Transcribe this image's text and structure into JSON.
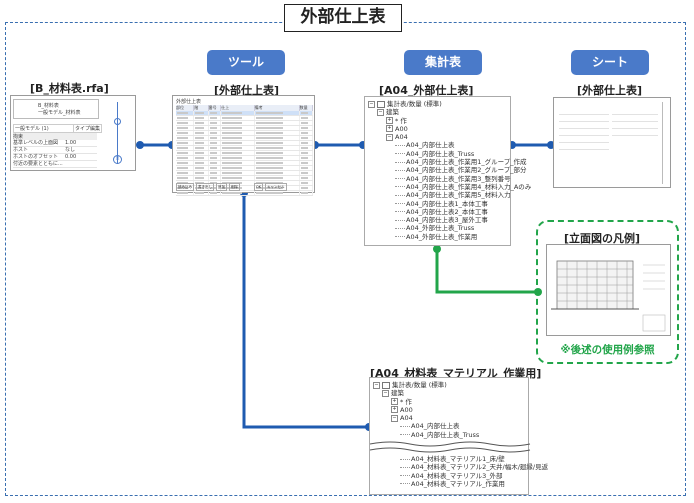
{
  "title": "外部仕上表",
  "pills": {
    "tool": "ツール",
    "schedule": "集計表",
    "sheet": "シート"
  },
  "labels": {
    "family": "[B_材料表.rfa]",
    "tool": "[外部仕上表]",
    "schedule": "[A04_外部仕上表]",
    "sheet": "[外部仕上表]",
    "legend": "[立面図の凡例]",
    "material": "[A04_材料表_マテリアル_作業用]"
  },
  "legend_note": "※後述の使用例参照",
  "family_panel": {
    "type_line1": "B_材料表",
    "type_line2": "一般モデル_材料表",
    "dropdown": "一般モデル (1)",
    "edit_type": "タイプ編集",
    "section": "拘束",
    "rows": [
      {
        "k": "基準レベルの上面図",
        "v": "1.00"
      },
      {
        "k": "ホスト",
        "v": "なし"
      },
      {
        "k": "ホストのオフセット",
        "v": "0.00"
      },
      {
        "k": "付近の要素とともに...",
        "v": ""
      }
    ]
  },
  "tool_window": {
    "title": "外部仕上表",
    "col_headers": [
      "部位",
      "階",
      "番号",
      "仕上",
      "備考",
      "数量"
    ],
    "row_count": 17,
    "buttons": [
      "読み込み",
      "書き出し",
      "追加",
      "削除",
      "OK",
      "キャンセル"
    ]
  },
  "schedule_tree": {
    "header": "集計表/数量 (標準)",
    "items": [
      {
        "t": "建築",
        "indent": 1,
        "box": "−"
      },
      {
        "t": "* 作",
        "indent": 2,
        "box": "+"
      },
      {
        "t": "A00",
        "indent": 2,
        "box": "+"
      },
      {
        "t": "A04",
        "indent": 2,
        "box": "−"
      },
      {
        "t": "A04_内部仕上表",
        "indent": 3,
        "box": ""
      },
      {
        "t": "A04_内部仕上表_Truss",
        "indent": 3,
        "box": ""
      },
      {
        "t": "A04_内部仕上表_作業用1_グループ_作成",
        "indent": 3,
        "box": ""
      },
      {
        "t": "A04_内部仕上表_作業用2_グループ_部分",
        "indent": 3,
        "box": ""
      },
      {
        "t": "A04_内部仕上表_作業用3_整列番号",
        "indent": 3,
        "box": ""
      },
      {
        "t": "A04_内部仕上表_作業用4_材料入力_Aのみ",
        "indent": 3,
        "box": ""
      },
      {
        "t": "A04_内部仕上表_作業用5_材料入力",
        "indent": 3,
        "box": ""
      },
      {
        "t": "A04_内部仕上表1_本体工事",
        "indent": 3,
        "box": ""
      },
      {
        "t": "A04_内部仕上表2_本体工事",
        "indent": 3,
        "box": ""
      },
      {
        "t": "A04_内部仕上表3_屋外工事",
        "indent": 3,
        "box": ""
      },
      {
        "t": "A04_外部仕上表_Truss",
        "indent": 3,
        "box": ""
      },
      {
        "t": "A04_外部仕上表_作業用",
        "indent": 3,
        "box": ""
      }
    ]
  },
  "material_tree": {
    "header": "集計表/数量 (標準)",
    "top": [
      {
        "t": "建築",
        "indent": 1,
        "box": "−"
      },
      {
        "t": "* 作",
        "indent": 2,
        "box": "+"
      },
      {
        "t": "A00",
        "indent": 2,
        "box": "+"
      },
      {
        "t": "A04",
        "indent": 2,
        "box": "−"
      },
      {
        "t": "A04_内部仕上表",
        "indent": 3,
        "box": ""
      },
      {
        "t": "A04_内部仕上表_Truss",
        "indent": 3,
        "box": ""
      }
    ],
    "bottom": [
      {
        "t": "A04_材料表_マテリアル1_床/壁",
        "indent": 3,
        "box": ""
      },
      {
        "t": "A04_材料表_マテリアル2_天井/幅木/廻縁/見返",
        "indent": 3,
        "box": ""
      },
      {
        "t": "A04_材料表_マテリアル3_外部",
        "indent": 3,
        "box": ""
      },
      {
        "t": "A04_材料表_マテリアル_作業用",
        "indent": 3,
        "box": ""
      }
    ]
  },
  "colors": {
    "accent": "#4a7ac9",
    "line_blue": "#1f5bb0",
    "green": "#22a54a"
  }
}
